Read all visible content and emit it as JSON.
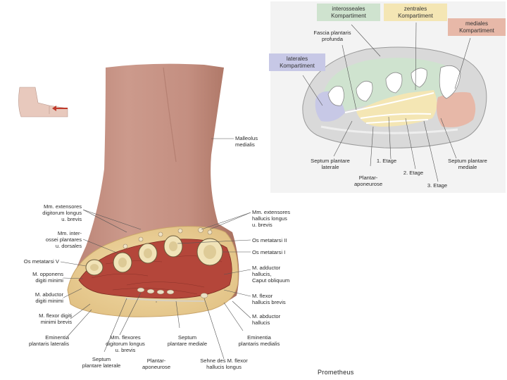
{
  "compartment_diagram": {
    "boxes": {
      "interosseales": "interosseales\nKompartiment",
      "zentrales": "zentrales\nKompartiment",
      "mediales": "mediales\nKompartiment",
      "laterales": "laterales\nKompartiment"
    },
    "labels": {
      "fascia": "Fascia plantaris\nprofunda",
      "septum_lat": "Septum plantare\nlaterale",
      "etage1": "1. Etage",
      "septum_med": "Septum plantare\nmediale",
      "aponeurose": "Plantar-\naponeurose",
      "etage2": "2. Etage",
      "etage3": "3. Etage"
    },
    "colors": {
      "interosseales": "#cfe3cf",
      "zentrales": "#f4e6b4",
      "mediales": "#e7b8a8",
      "laterales": "#c7c8e6"
    }
  },
  "foot_section": {
    "left_labels": {
      "extensores_digitorum": "Mm. extensores\ndigitorum longus\nu. brevis",
      "interossei": "Mm. inter-\nossei plantares\nu. dorsales",
      "os_met_v": "Os metatarsi V",
      "opponens": "M. opponens\ndigiti minimi",
      "abductor_dm": "M. abductor\ndigiti minimi",
      "flexor_dm": "M. flexor digiti\nminimi brevis"
    },
    "right_labels": {
      "malleolus": "Malleolus\nmedialis",
      "extensores_hallucis": "Mm. extensores\nhallucis longus\nu. brevis",
      "os_met_ii": "Os metatarsi II",
      "os_met_i": "Os metatarsi I",
      "adductor": "M. adductor\nhallucis,\nCaput obliquum",
      "flexor_hb": "M. flexor\nhallucis brevis",
      "abductor_h": "M. abductor\nhallucis"
    },
    "bottom_labels": {
      "eminentia_lat": "Eminentia\nplantaris lateralis",
      "septum_lat": "Septum\nplantare laterale",
      "flexores_dig": "Mm. flexores\ndigitorum longus\nu. brevis",
      "plantaraponeurose": "Plantar-\naponeurose",
      "septum_med": "Septum\nplantare mediale",
      "sehne": "Sehne des M. flexor\nhallucis longus",
      "eminentia_med": "Eminentia\nplantaris medialis"
    }
  },
  "watermark": "Prometheus"
}
